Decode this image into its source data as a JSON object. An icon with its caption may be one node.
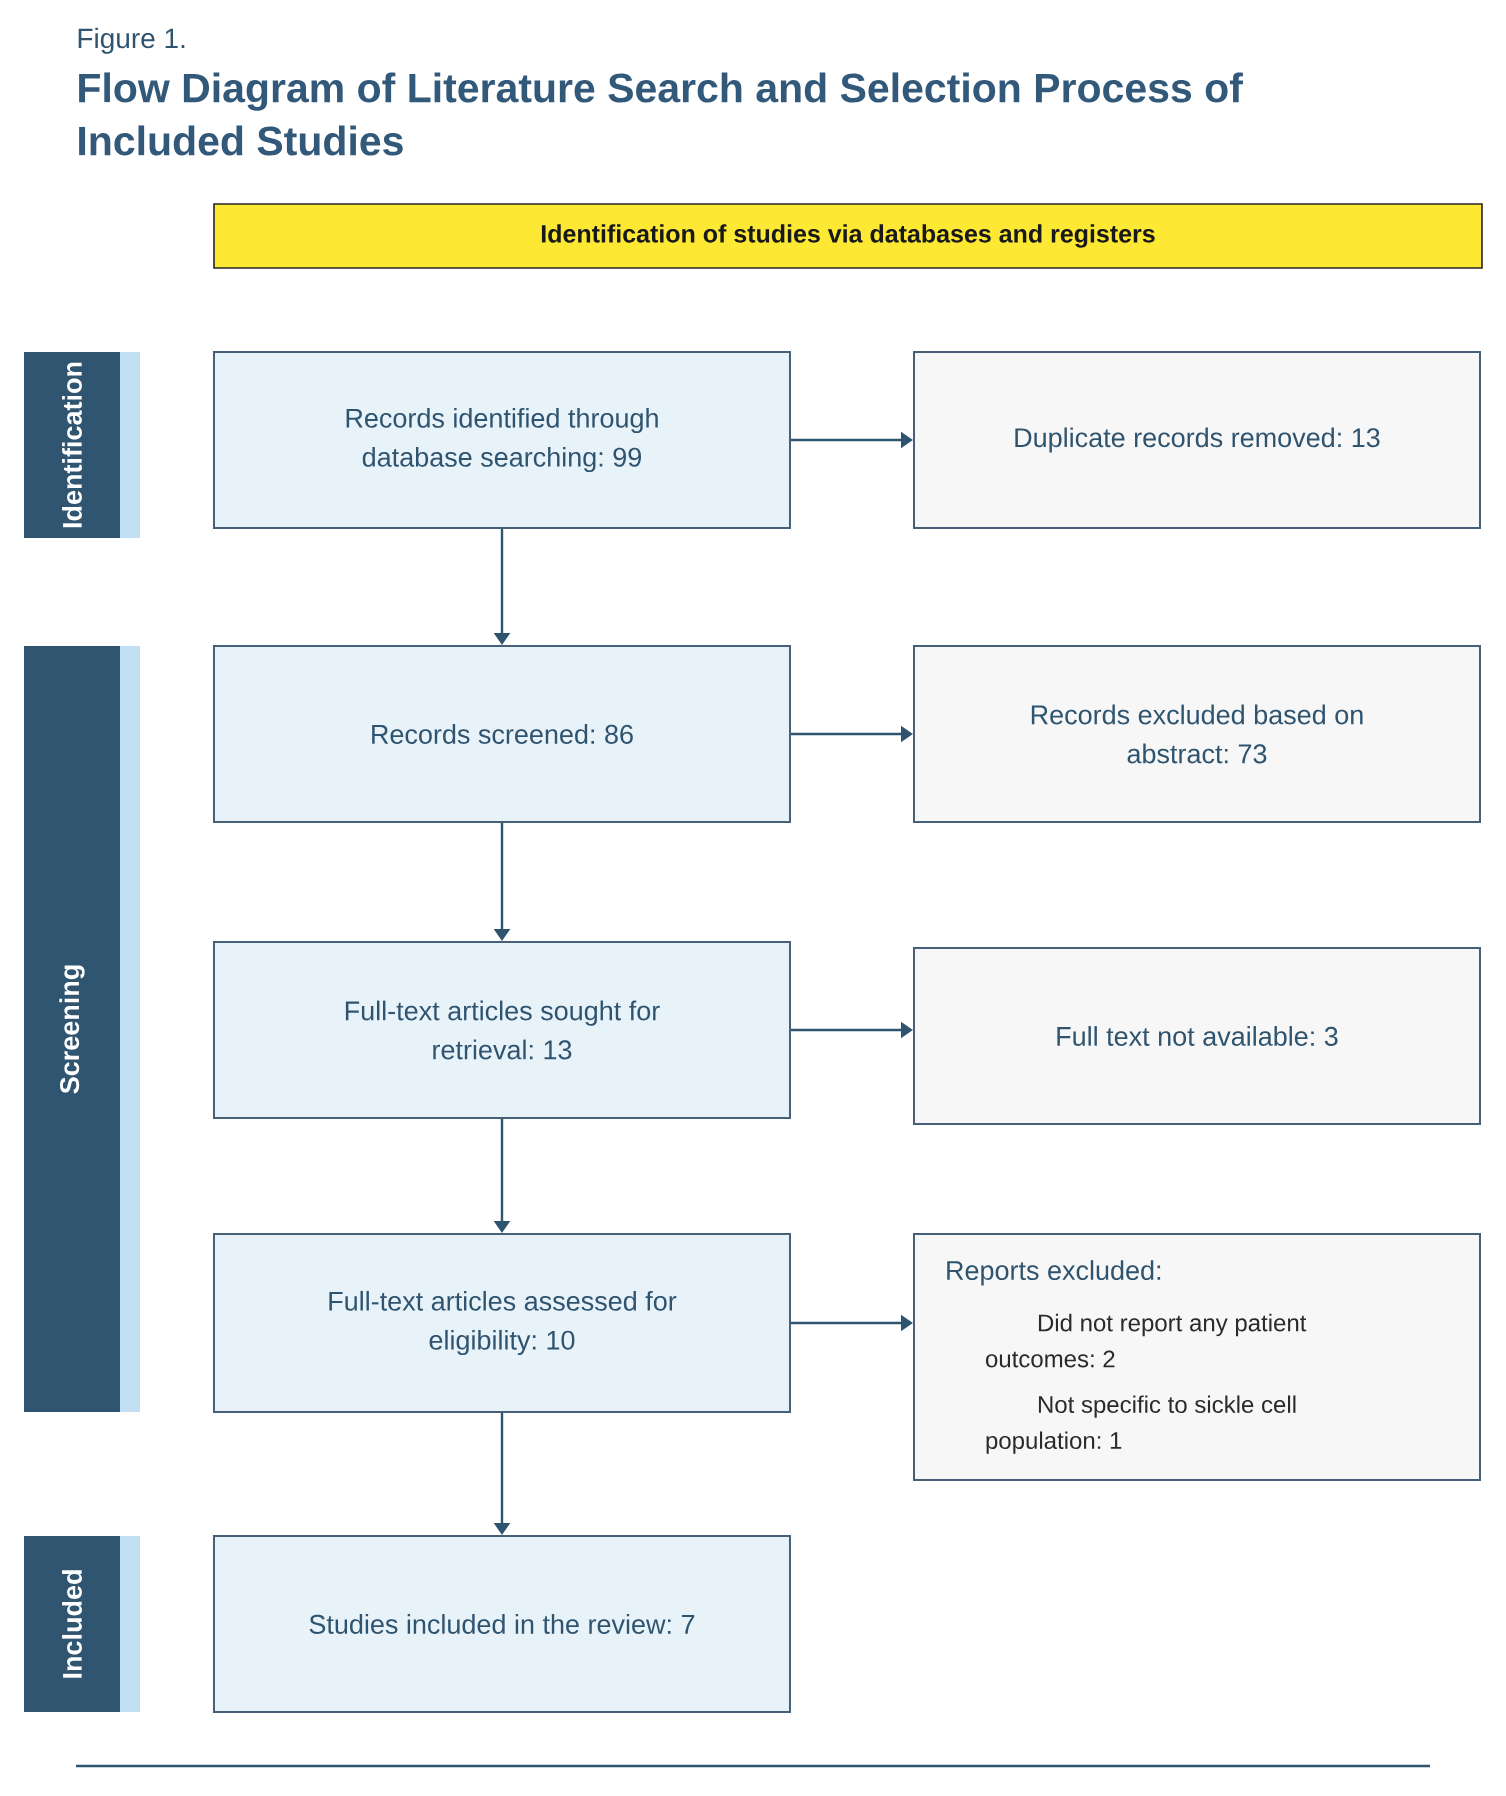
{
  "diagram": {
    "title": "Flow Diagram of Literature Search and Selection Process of Included Studies",
    "nodes": [
      {
        "text": [
          "Identification of studies via databases and registers"
        ]
      },
      {
        "text": [
          "Identification"
        ]
      },
      {
        "text": [
          "Records identified through database searching: 99"
        ]
      },
      {
        "text": [
          "Duplicate records removed: 13"
        ]
      },
      {
        "text": [
          "Screening"
        ]
      },
      {
        "text": [
          "Records screened: 86"
        ]
      },
      {
        "text": [
          "Records excluded based on abstract: 73"
        ]
      },
      {
        "text": [
          "Full-text articles sought for retrieval: 13"
        ]
      },
      {
        "text": [
          "Full text not available: 3"
        ]
      },
      {
        "text": [
          "Full-text articles assessed for eligibility: 10"
        ]
      },
      {
        "text": [
          "Reports excluded:",
          "Did not report any patient outcomes: 2",
          "Not specific to sickle cell population: 1"
        ]
      },
      {
        "text": [
          "Included"
        ]
      },
      {
        "text": [
          "Studies included in the review: 7"
        ]
      }
    ],
    "edges": [
      {
        "from": 2,
        "to": 3,
        "arrow": "to"
      },
      {
        "from": 2,
        "to": 5,
        "arrow": "to"
      },
      {
        "from": 5,
        "to": 6,
        "arrow": "to"
      },
      {
        "from": 5,
        "to": 7,
        "arrow": "to"
      },
      {
        "from": 7,
        "to": 8,
        "arrow": "to"
      },
      {
        "from": 7,
        "to": 9,
        "arrow": "to"
      },
      {
        "from": 9,
        "to": 10,
        "arrow": "to"
      },
      {
        "from": 9,
        "to": 12,
        "arrow": "to"
      }
    ],
    "labels": [
      "Figure 1."
    ]
  }
}
